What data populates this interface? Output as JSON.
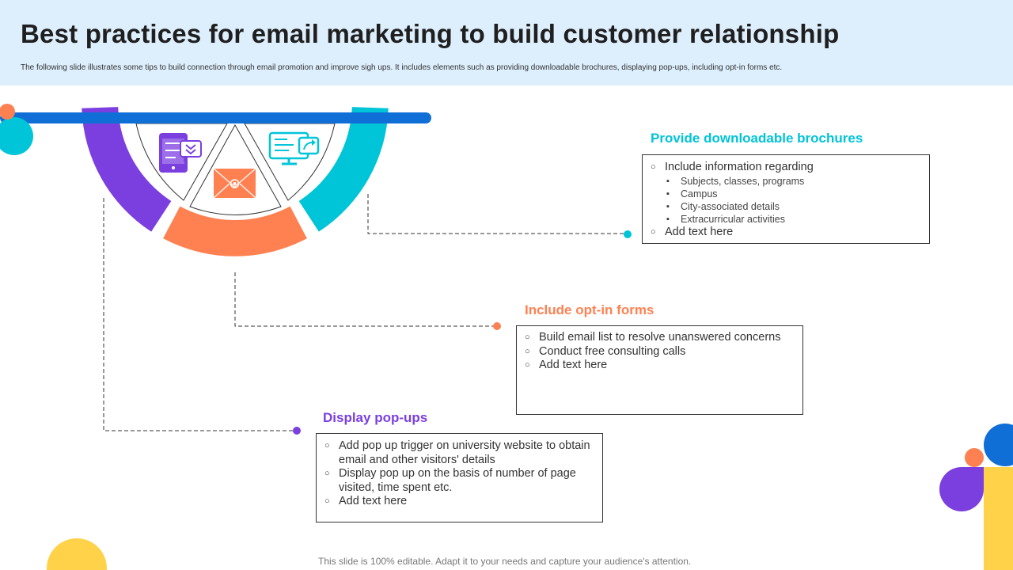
{
  "slide": {
    "title": "Best practices for email marketing to build customer relationship",
    "subtitle": "The following slide illustrates some tips to build  connection through email  promotion and improve sigh ups. It includes elements such as providing downloadable brochures, displaying pop-ups, including opt-in forms etc.",
    "footer": "This slide is 100% editable. Adapt it to your needs and capture your audience's attention."
  },
  "colors": {
    "purple": "#7b3fe0",
    "cyan": "#00c4d8",
    "orange": "#ff8152",
    "blue": "#0f6fd6",
    "yellow": "#ffd24a",
    "header_bg": "#ddeefc"
  },
  "icons": {
    "left": "mobile-email-icon",
    "center": "envelope-icon",
    "right": "monitor-share-icon"
  },
  "sections": {
    "brochures": {
      "heading": "Provide downloadable brochures",
      "bullets": [
        {
          "text": "Include information regarding",
          "sub": [
            "Subjects, classes, programs",
            "Campus",
            "City-associated details",
            "Extracurricular activities"
          ]
        },
        {
          "text": "Add text here",
          "sub": []
        }
      ]
    },
    "optin": {
      "heading": "Include opt-in forms",
      "bullets": [
        {
          "text": "Build email list to resolve unanswered concerns"
        },
        {
          "text": "Conduct free consulting calls"
        },
        {
          "text": "Add text here"
        }
      ]
    },
    "popups": {
      "heading": "Display pop-ups",
      "bullets": [
        {
          "text": "Add pop up trigger on university website to obtain email and other visitors' details"
        },
        {
          "text": "Display pop up on the basis of number of page visited, time spent etc."
        },
        {
          "text": "Add text here"
        }
      ]
    }
  }
}
